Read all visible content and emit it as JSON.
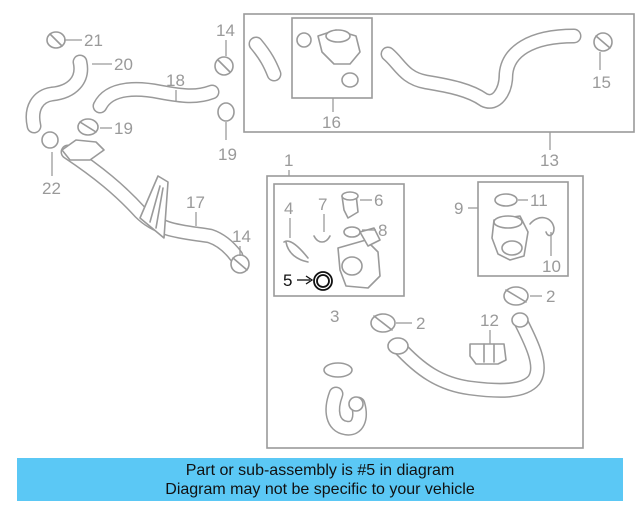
{
  "callouts": {
    "c1": "1",
    "c2a": "2",
    "c2b": "2",
    "c3": "3",
    "c4": "4",
    "c5": "5",
    "c6": "6",
    "c7": "7",
    "c8": "8",
    "c9": "9",
    "c10": "10",
    "c11": "11",
    "c12": "12",
    "c13": "13",
    "c14a": "14",
    "c14b": "14",
    "c15": "15",
    "c16": "16",
    "c17": "17",
    "c18": "18",
    "c19a": "19",
    "c19b": "19",
    "c20": "20",
    "c21": "21",
    "c22": "22"
  },
  "highlight": {
    "part": "5",
    "color": "#111111"
  },
  "banner": {
    "line1": "Part or sub-assembly is #5 in diagram",
    "line2": "Diagram may not be specific to your vehicle",
    "background": "#5bc8f5"
  }
}
